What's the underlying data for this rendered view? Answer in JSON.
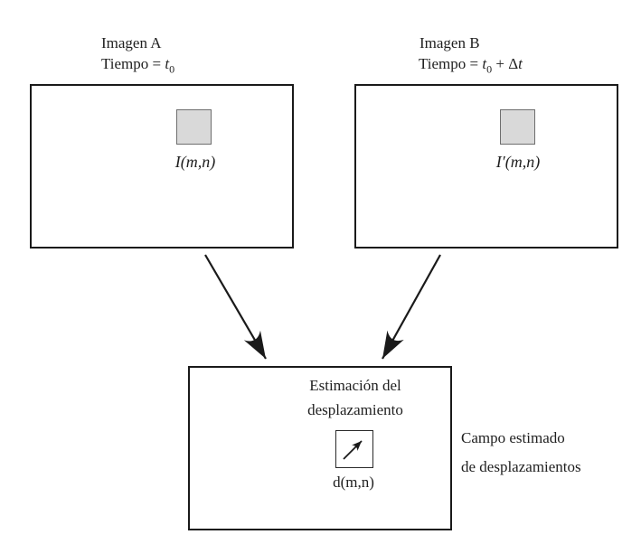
{
  "diagram": {
    "image_a": {
      "title": "Imagen A",
      "time_prefix": "Tiempo = ",
      "time_var": "t",
      "time_sub": "0",
      "signal": "I(m,n)"
    },
    "image_b": {
      "title": "Imagen B",
      "time_prefix": "Tiempo = ",
      "time_var": "t",
      "time_sub": "0",
      "time_plus": " + Δ",
      "time_var2": "t",
      "signal": "I′(m,n)"
    },
    "estimator": {
      "line1": "Estimación del",
      "line2": "desplazamiento",
      "signal": "d(m,n)"
    },
    "output_label": {
      "line1": "Campo estimado",
      "line2": "de desplazamientos"
    },
    "colors": {
      "ink": "#1a1a1a",
      "square_fill": "#d9d9d9",
      "square_border": "#6e6e6e"
    }
  }
}
